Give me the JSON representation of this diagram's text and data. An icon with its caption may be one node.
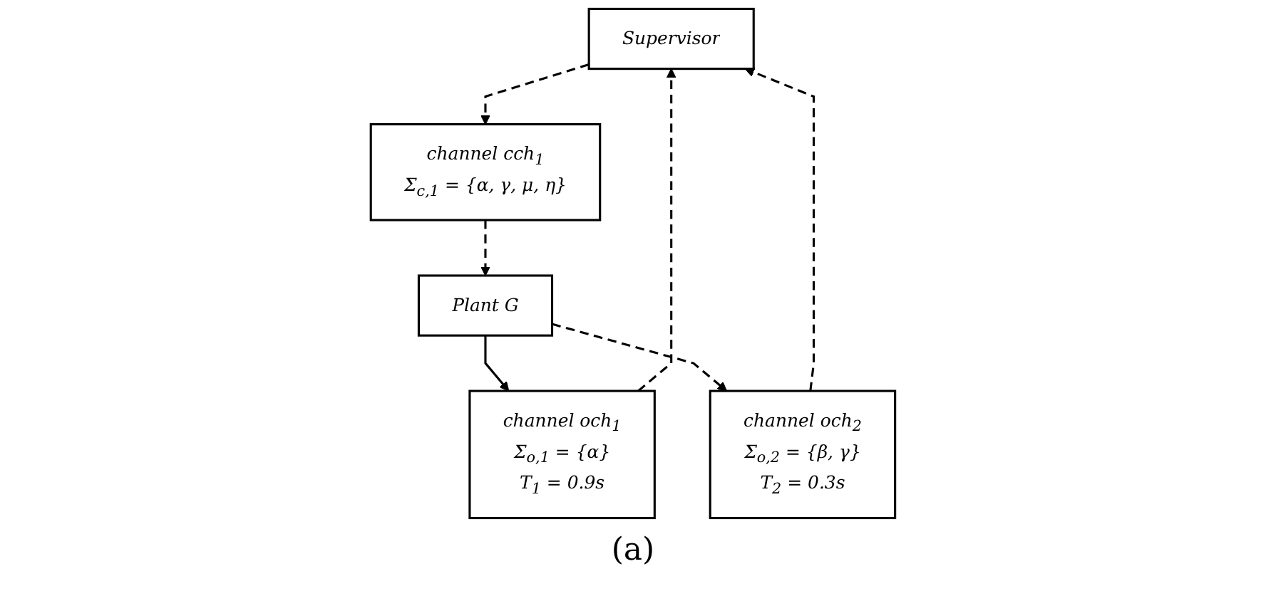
{
  "diagram": {
    "caption": "(a)",
    "nodes": [
      {
        "text": [
          "Supervisor"
        ]
      },
      {
        "text": [
          "channel cch$_{1}$",
          "Σ$_{c,1}$ = {α, γ, μ, η}"
        ]
      },
      {
        "text": [
          "channel och$_{1}$",
          "Σ$_{o,1}$ = {α}",
          "T$_{1}$ = 0.9s"
        ]
      },
      {
        "text": [
          "channel och$_{2}$",
          "Σ$_{o,2}$ = {β, γ}",
          "T$_{2}$ = 0.3s"
        ]
      },
      {
        "text": [
          "Plant G"
        ]
      }
    ],
    "edges": [
      {
        "from": 0,
        "to": 1,
        "arrow": "to",
        "style": "dashed"
      },
      {
        "from": 1,
        "to": 4,
        "arrow": "to",
        "style": "dashed"
      },
      {
        "from": 4,
        "to": 2,
        "arrow": "to"
      },
      {
        "from": 2,
        "to": 0,
        "arrow": "to",
        "style": "dashed"
      },
      {
        "from": 4,
        "to": 3,
        "arrow": "to",
        "style": "dashed"
      },
      {
        "from": 3,
        "to": 0,
        "arrow": "to",
        "style": "dashed"
      }
    ]
  }
}
